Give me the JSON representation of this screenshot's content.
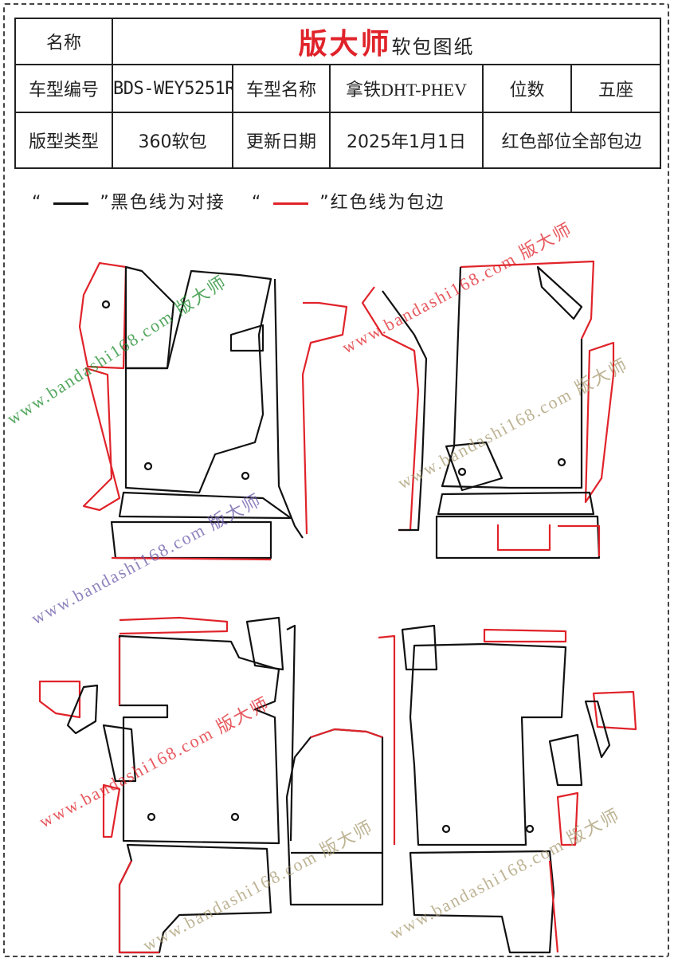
{
  "header": {
    "name_label": "名称",
    "brand": "版大师",
    "title_suffix": "软包图纸",
    "model_code_label": "车型编号",
    "model_code": "BDS-WEY5251R",
    "model_name_label": "车型名称",
    "model_name": "拿铁DHT-PHEV",
    "seats_label": "位数",
    "seats": "五座",
    "type_label": "版型类型",
    "type": "360软包",
    "update_label": "更新日期",
    "update_date": "2025年1月1日",
    "note": "红色部位全部包边"
  },
  "legend": {
    "black_text": "黑色线为对接",
    "red_text": "红色线为包边",
    "open_quote": "“",
    "close_quote": "”"
  },
  "watermark": "www.bandashi168.com 版大师",
  "colors": {
    "red": "#e0232a",
    "black": "#111111",
    "green": "#1a8a2a",
    "purple": "#6a5aa8",
    "tan": "#a89a70"
  }
}
